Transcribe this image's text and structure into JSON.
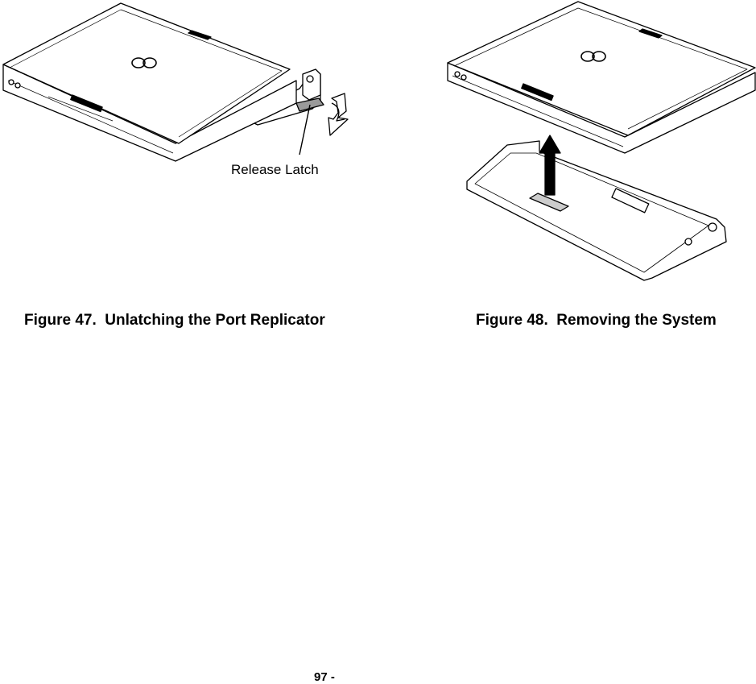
{
  "figure_47": {
    "callout": "Release Latch",
    "caption": "Figure 47.  Unlatching the Port Replicator"
  },
  "figure_48": {
    "caption": "Figure 48.  Removing the System"
  },
  "footer": {
    "page_number": "97 -"
  }
}
